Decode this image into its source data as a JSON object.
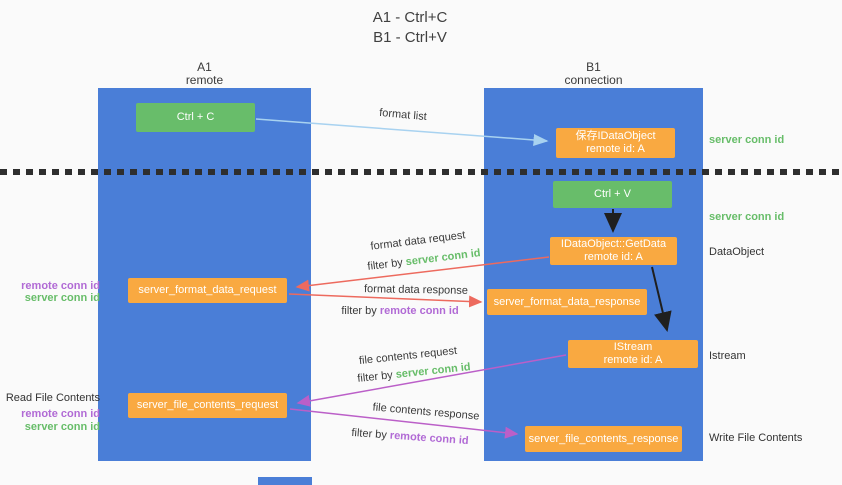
{
  "title": {
    "line1": "A1 - Ctrl+C",
    "line2": "B1 - Ctrl+V"
  },
  "colors": {
    "column_blue": "#4a7ed7",
    "box_green": "#68bd6a",
    "box_orange": "#f9a941",
    "arrow_red": "#ed6a5e",
    "arrow_purple": "#bb5fc8",
    "arrow_lightblue": "#a8d2f0",
    "arrow_black": "#1f1f1f",
    "text_green": "#67bd69",
    "text_purple": "#b16ad5"
  },
  "lanes": {
    "a1": {
      "name": "A1",
      "role": "remote"
    },
    "b1": {
      "name": "B1",
      "role": "connection"
    }
  },
  "nodes": {
    "ctrl_c": {
      "label": "Ctrl + C"
    },
    "ctrl_v": {
      "label": "Ctrl + V"
    },
    "save_idataobject": {
      "line1": "保存IDataObject",
      "line2": "remote id: A"
    },
    "getdata": {
      "line1": "IDataObject::GetData",
      "line2": "remote id: A"
    },
    "istream": {
      "line1": "IStream",
      "line2": "remote id: A"
    },
    "server_format_data_request": {
      "label": "server_format_data_request"
    },
    "server_format_data_response": {
      "label": "server_format_data_response"
    },
    "server_file_contents_request": {
      "label": "server_file_contents_request"
    },
    "server_file_contents_response": {
      "label": "server_file_contents_response"
    }
  },
  "arrow_labels": {
    "format_list": "format list",
    "format_data_request": "format data request",
    "format_data_response": "format data response",
    "file_contents_request": "file contents request",
    "file_contents_response": "file contents response",
    "filter_by": "filter by",
    "server_conn_id": "server conn id",
    "remote_conn_id": "remote conn id"
  },
  "side_labels": {
    "right_top_server_conn_id": "server conn id",
    "right_mid_server_conn_id": "server conn id",
    "right_dataobject": "DataObject",
    "right_istream": "Istream",
    "right_write_file_contents": "Write File Contents",
    "left_remote_conn_id_1": "remote conn id",
    "left_server_conn_id_1": "server conn id",
    "left_read_file_contents": "Read File Contents",
    "left_remote_conn_id_2": "remote conn id",
    "left_server_conn_id_2": "server conn id"
  }
}
